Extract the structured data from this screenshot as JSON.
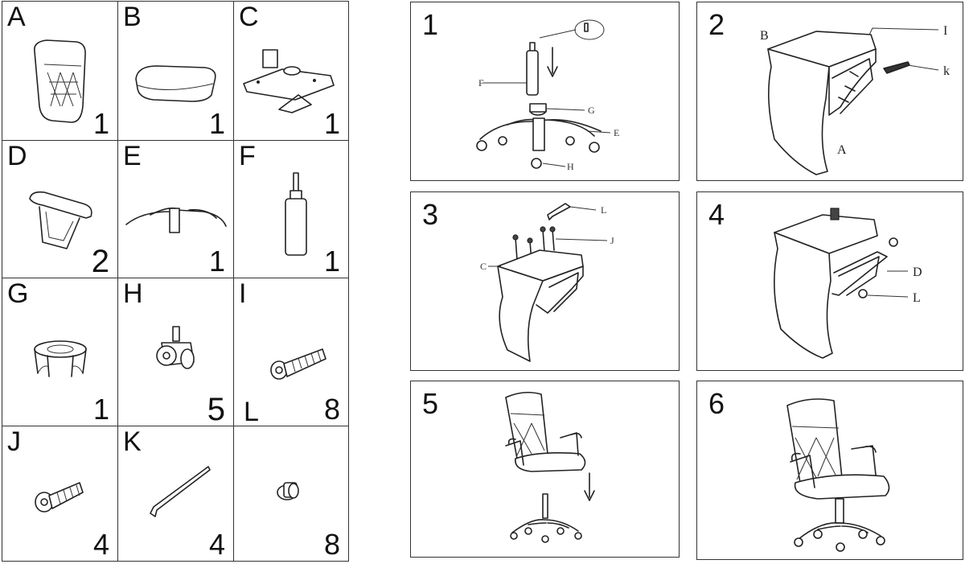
{
  "parts": [
    {
      "letter": "A",
      "qty": "1",
      "icon": "backrest-icon"
    },
    {
      "letter": "B",
      "qty": "1",
      "icon": "seat-cushion-icon"
    },
    {
      "letter": "C",
      "qty": "1",
      "icon": "seat-plate-mechanism-icon"
    },
    {
      "letter": "D",
      "qty": "2",
      "icon": "armrest-icon"
    },
    {
      "letter": "E",
      "qty": "1",
      "icon": "star-base-icon"
    },
    {
      "letter": "F",
      "qty": "1",
      "icon": "gas-lift-cylinder-icon"
    },
    {
      "letter": "G",
      "qty": "1",
      "icon": "cylinder-cover-icon"
    },
    {
      "letter": "H",
      "qty": "5",
      "icon": "caster-wheel-icon"
    },
    {
      "letter": "I",
      "qty": "8",
      "icon": "long-bolt-icon"
    },
    {
      "letter": "J",
      "qty": "4",
      "icon": "short-bolt-icon"
    },
    {
      "letter": "K",
      "qty": "4",
      "icon": "allen-key-icon"
    },
    {
      "letter": "L",
      "qty": "8",
      "icon": "washer-cap-icon"
    }
  ],
  "steps": [
    {
      "num": "1",
      "labels": {
        "f": "F",
        "g": "G",
        "e": "E",
        "h": "H"
      }
    },
    {
      "num": "2",
      "labels": {
        "b": "B",
        "i": "I",
        "k": "k",
        "a": "A"
      }
    },
    {
      "num": "3",
      "labels": {
        "l": "L",
        "j": "J",
        "c": "C"
      }
    },
    {
      "num": "4",
      "labels": {
        "d": "D",
        "l": "L"
      }
    },
    {
      "num": "5",
      "labels": {}
    },
    {
      "num": "6",
      "labels": {}
    }
  ]
}
